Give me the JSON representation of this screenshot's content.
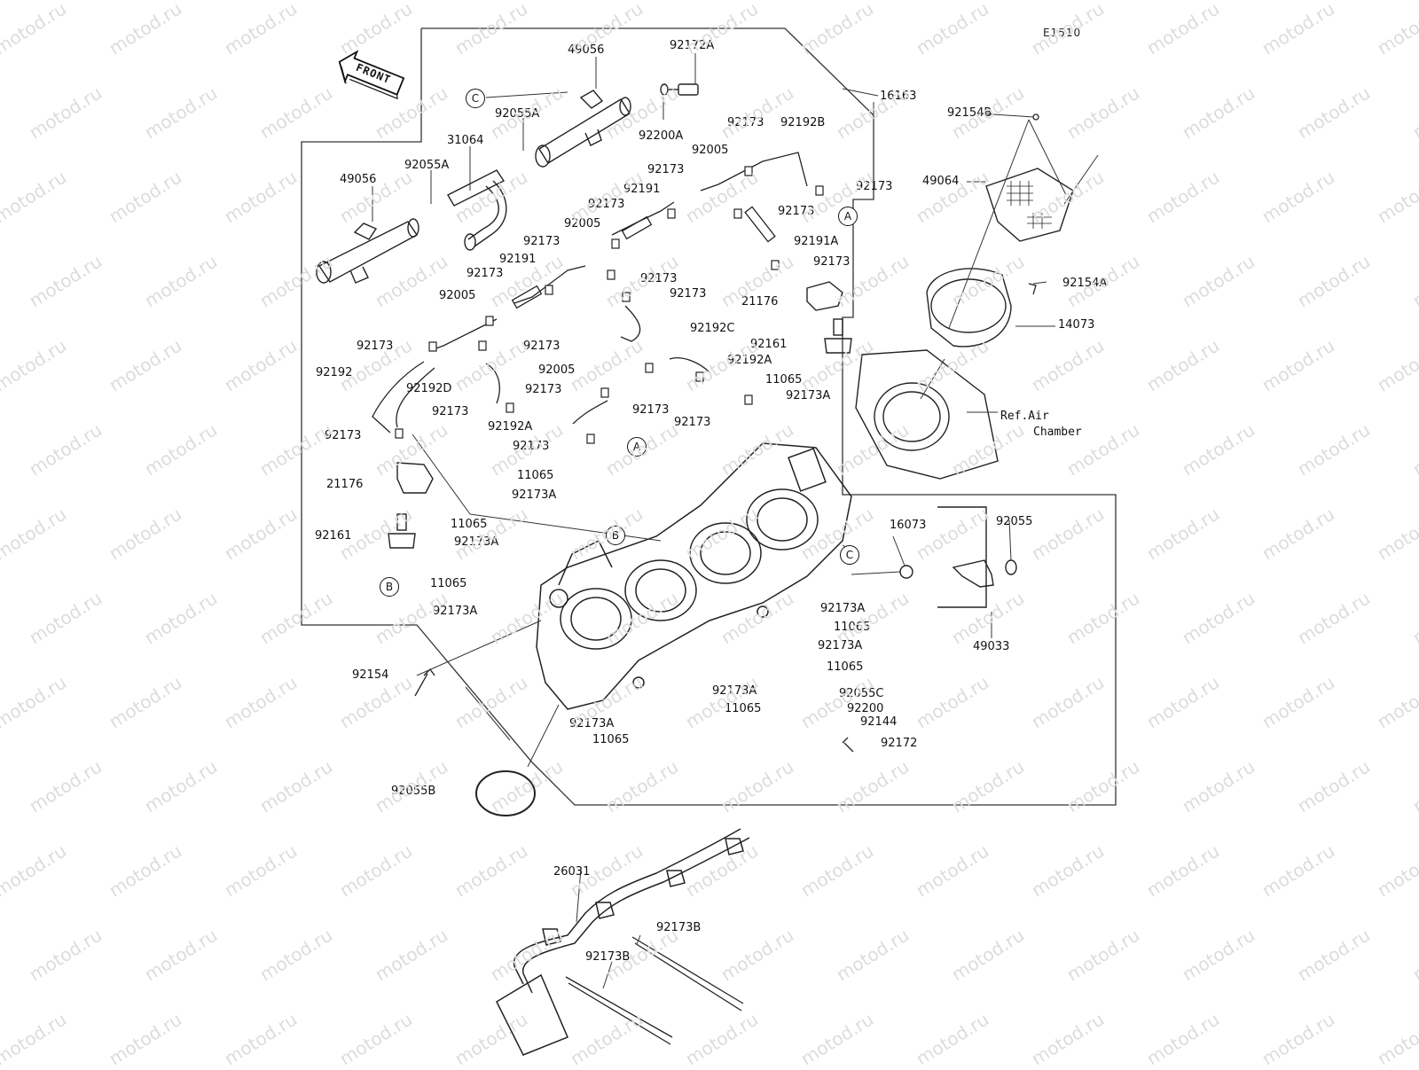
{
  "diagram": {
    "code": "E1510",
    "front_label": "FRONT",
    "watermark": "motod.ru",
    "ref_note_line1": "Ref.Air",
    "ref_note_line2": "Chamber",
    "callouts": [
      "A",
      "B",
      "C",
      "A",
      "B",
      "C"
    ],
    "parts": [
      "49056",
      "92172A",
      "92200A",
      "92055A",
      "31064",
      "92055A",
      "49056",
      "16163",
      "92173",
      "92192B",
      "92005",
      "92173",
      "92191",
      "92173",
      "92005",
      "92173",
      "92191",
      "92173",
      "92005",
      "92173",
      "92173",
      "92191A",
      "92173",
      "92173",
      "92173",
      "92173",
      "92192C",
      "21176",
      "92161",
      "92192",
      "92173",
      "92192D",
      "92173",
      "92005",
      "92192A",
      "11065",
      "92173A",
      "92173",
      "92173",
      "92173",
      "92192A",
      "92173",
      "11065",
      "92173A",
      "92173",
      "21176",
      "92161",
      "11065",
      "92173A",
      "11065",
      "92173A",
      "92154",
      "16073",
      "92055",
      "49033",
      "92173A",
      "11065",
      "92173A",
      "11065",
      "92055C",
      "92200",
      "92144",
      "92172",
      "92173A",
      "11065",
      "92173A",
      "11065",
      "92055B",
      "92154B",
      "49064",
      "92154A",
      "14073",
      "26031",
      "92173B",
      "92173B"
    ]
  }
}
